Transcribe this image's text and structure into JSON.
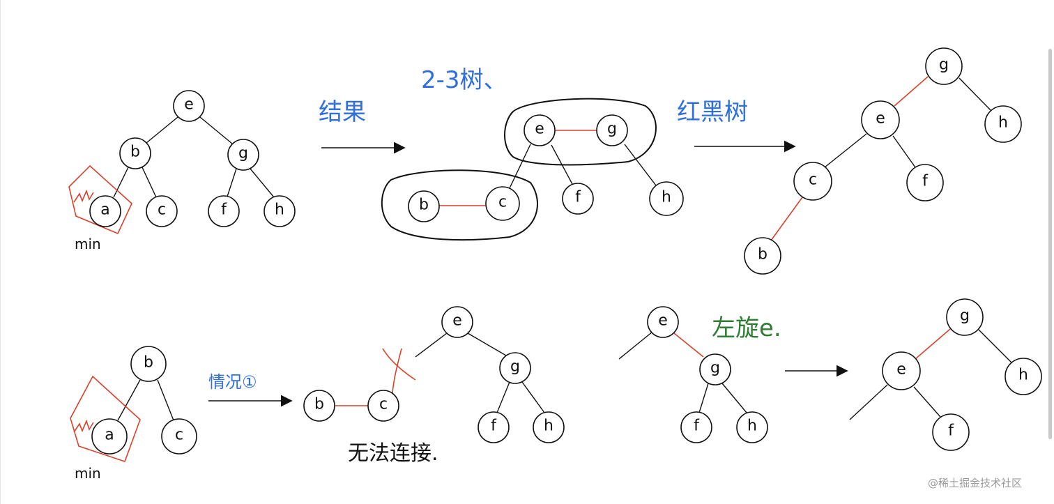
{
  "labels": {
    "result": "结果",
    "two_three_tree": "2-3树、",
    "red_black_tree": "红黑树",
    "min_top": "min",
    "min_bottom": "min",
    "case_one": "情况①",
    "cannot_connect": "无法连接.",
    "rotate_left": "左旋e.",
    "watermark": "@稀土掘金技术社区"
  },
  "tree1": {
    "e": "e",
    "b": "b",
    "g": "g",
    "a": "a",
    "c": "c",
    "f": "f",
    "h": "h"
  },
  "tree23": {
    "e": "e",
    "g": "g",
    "b": "b",
    "c": "c",
    "f": "f",
    "h": "h"
  },
  "rbtree": {
    "g": "g",
    "e": "e",
    "h": "h",
    "c": "c",
    "f": "f",
    "b": "b"
  },
  "tree2": {
    "b": "b",
    "a": "a",
    "c": "c"
  },
  "tree3": {
    "b": "b",
    "c": "c",
    "e": "e",
    "g": "g",
    "f": "f",
    "h": "h"
  },
  "tree4": {
    "e": "e",
    "g": "g",
    "f": "f",
    "h": "h"
  },
  "tree5": {
    "g": "g",
    "e": "e",
    "h": "h",
    "f": "f"
  },
  "colors": {
    "red_link": "#d9412b",
    "blue_ink": "#2f6fe0",
    "green_ink": "#2e7d32"
  }
}
